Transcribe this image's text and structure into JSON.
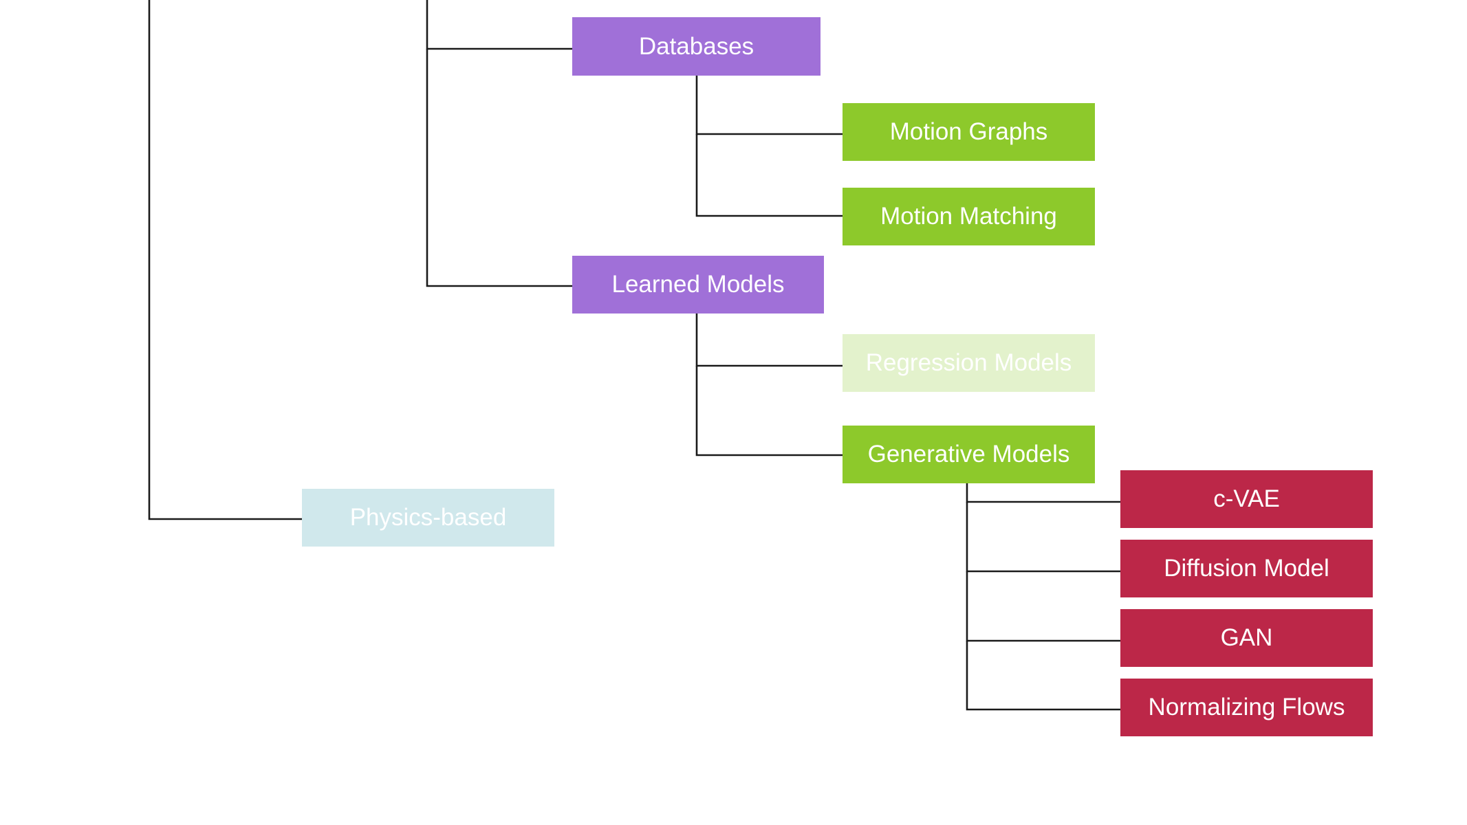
{
  "colors": {
    "line": "#1a1a1a",
    "purple": "#a070d8",
    "green": "#8dc92b",
    "green_faded": "#e3f2cc",
    "blue_faded": "#d0e8ec",
    "crimson": "#bc2748",
    "text": "#ffffff"
  },
  "nodes": {
    "databases": "Databases",
    "motion_graphs": "Motion Graphs",
    "motion_matching": "Motion Matching",
    "learned_models": "Learned Models",
    "regression_models": "Regression Models",
    "generative_models": "Generative Models",
    "physics_based": "Physics-based",
    "cvae": "c-VAE",
    "diffusion_model": "Diffusion Model",
    "gan": "GAN",
    "normalizing_flows": "Normalizing Flows"
  }
}
